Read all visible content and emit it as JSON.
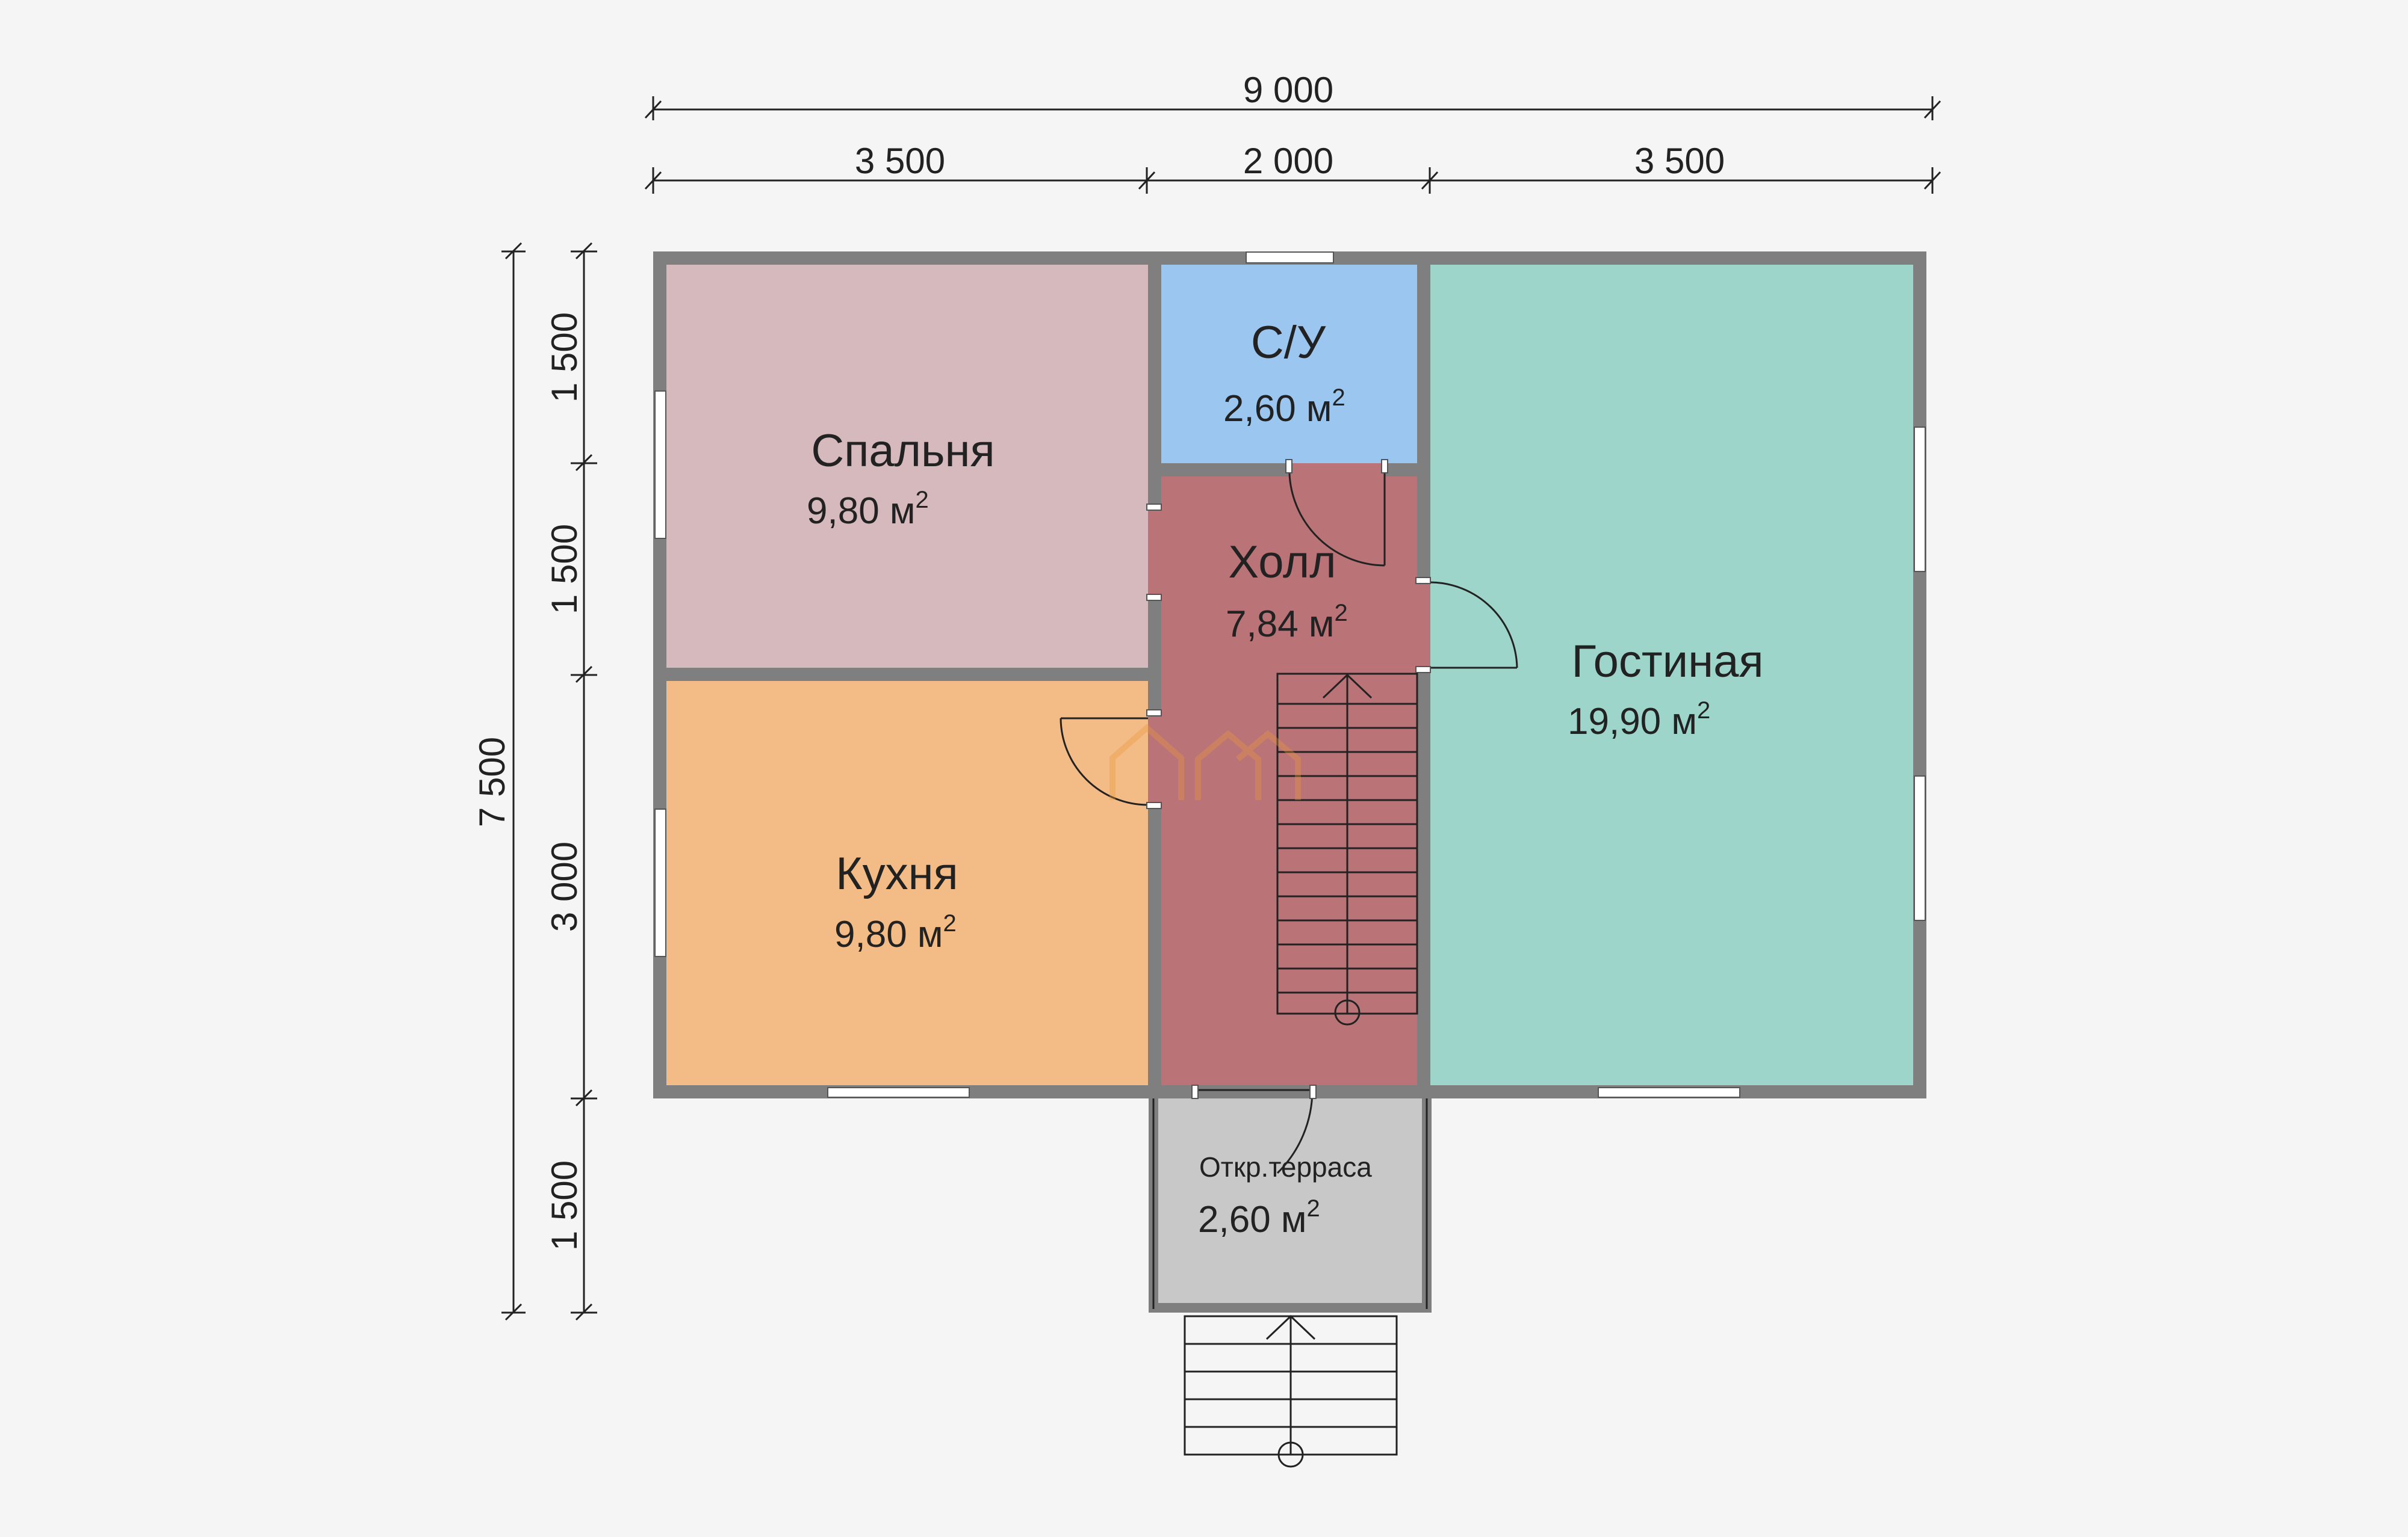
{
  "dimensions": {
    "total_width": "9 000",
    "seg_left": "3 500",
    "seg_mid": "2 000",
    "seg_right": "3 500",
    "total_height": "7 500",
    "v_seg_1": "1 500",
    "v_seg_2": "1 500",
    "v_seg_3": "3 000",
    "v_seg_4": "1 500"
  },
  "rooms": {
    "bedroom": {
      "name": "Спальня",
      "area": "9,80 м",
      "color": "#d6b9bd"
    },
    "bathroom": {
      "name": "С/У",
      "area": "2,60 м",
      "color": "#9bc6f0"
    },
    "hall": {
      "name": "Холл",
      "area": "7,84 м",
      "color": "#ba7376"
    },
    "living": {
      "name": "Гостиная",
      "area": "19,90 м",
      "color": "#9dd5cb"
    },
    "kitchen": {
      "name": "Кухня",
      "area": "9,80 м",
      "color": "#f3bb85"
    },
    "terrace": {
      "name": "Откр.терраса",
      "area": "2,60 м",
      "color": "#c8c8c8"
    }
  },
  "area_unit_superscript": "2",
  "colors": {
    "wall": "#7f7f7f",
    "background": "#f5f5f5"
  }
}
